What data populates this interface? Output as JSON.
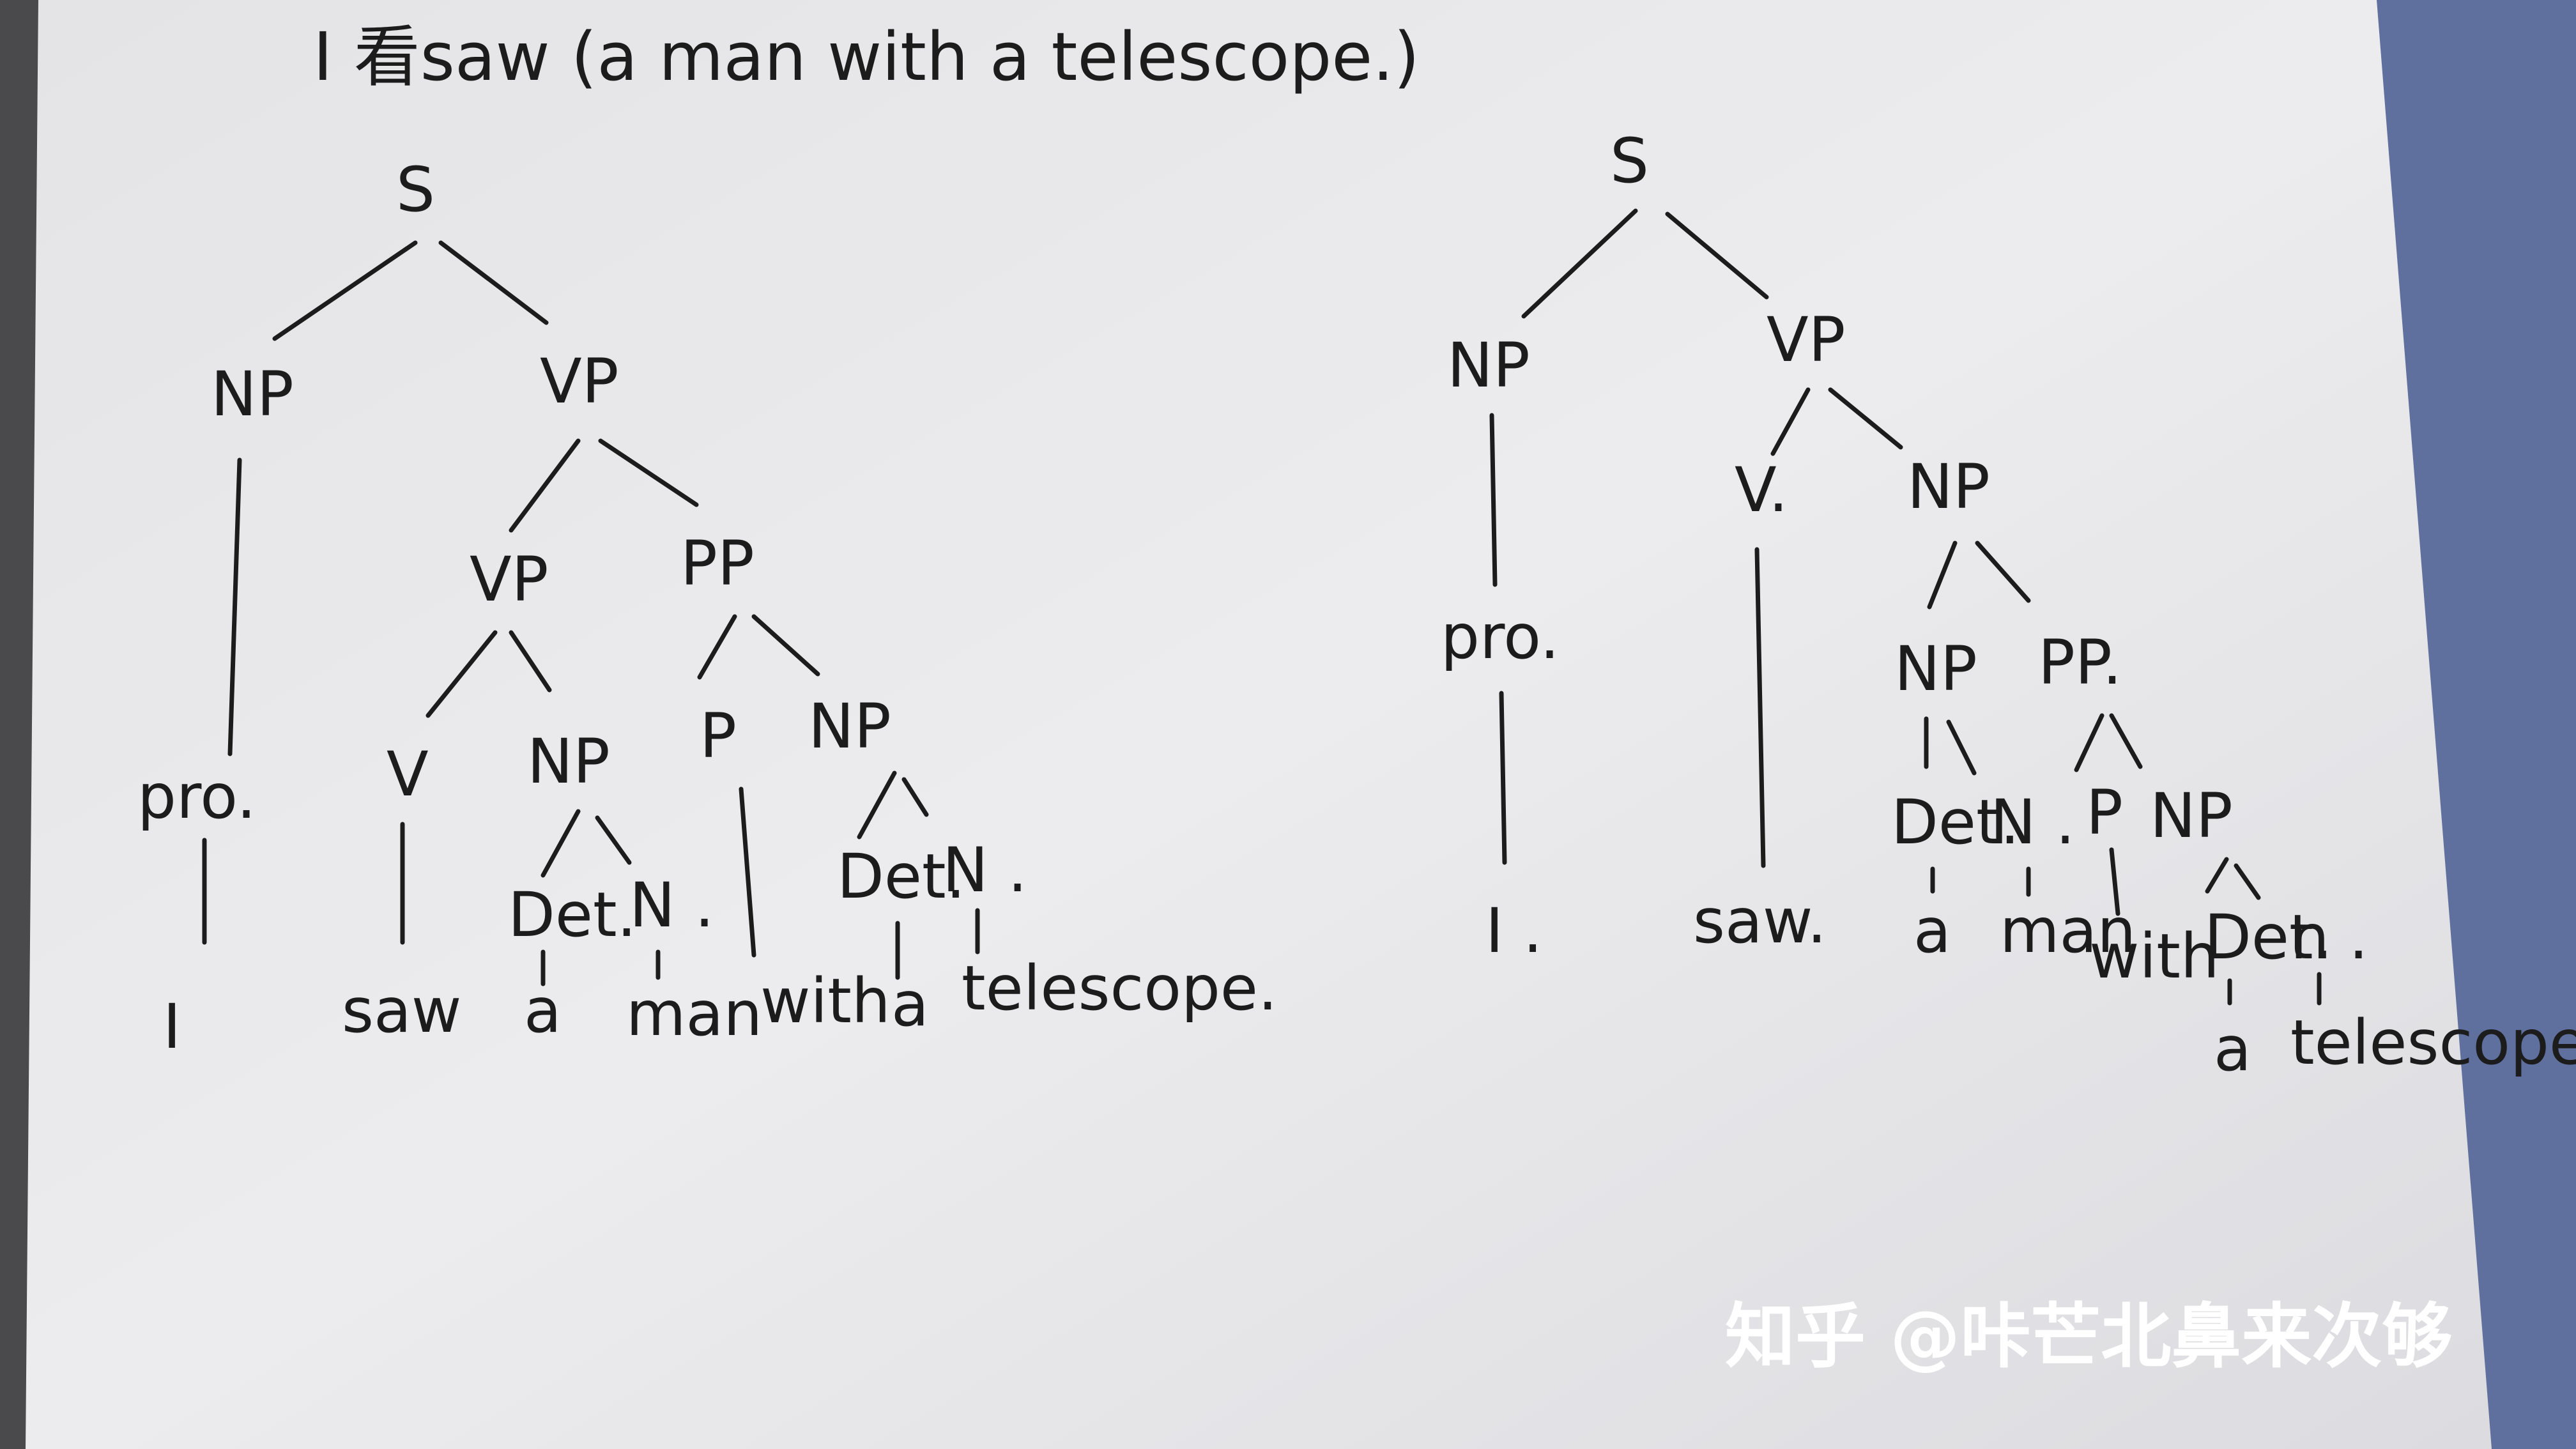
{
  "title": "I 看saw (a man with a telescope.)",
  "watermark": "知乎 @咔芒北鼻来次够",
  "tree_left": {
    "nodes": {
      "s": "S",
      "np": "NP",
      "vp": "VP",
      "vp2": "VP",
      "pp": "PP",
      "pro": "pro.",
      "v": "V",
      "np2": "NP",
      "p": "P",
      "np3": "NP",
      "det1": "Det.",
      "n1": "N .",
      "det2": "Det.",
      "n2": "N .",
      "w_i": "I",
      "w_saw": "saw",
      "w_a1": "a",
      "w_man": "man",
      "w_with": "with",
      "w_a2": "a",
      "w_telescope": "telescope."
    }
  },
  "tree_right": {
    "nodes": {
      "s": "S",
      "np": "NP",
      "vp": "VP",
      "v": "V.",
      "np2": "NP",
      "pro": "pro.",
      "np3": "NP",
      "pp": "PP.",
      "det1": "Det.",
      "n1": "N .",
      "p": "P",
      "np4": "NP",
      "det2": "Det.",
      "n2": "n .",
      "w_i": "I .",
      "w_saw": "saw.",
      "w_a1": "a",
      "w_man": "man",
      "w_with": "with",
      "w_a2": "a",
      "w_telescope": "telescope."
    }
  }
}
